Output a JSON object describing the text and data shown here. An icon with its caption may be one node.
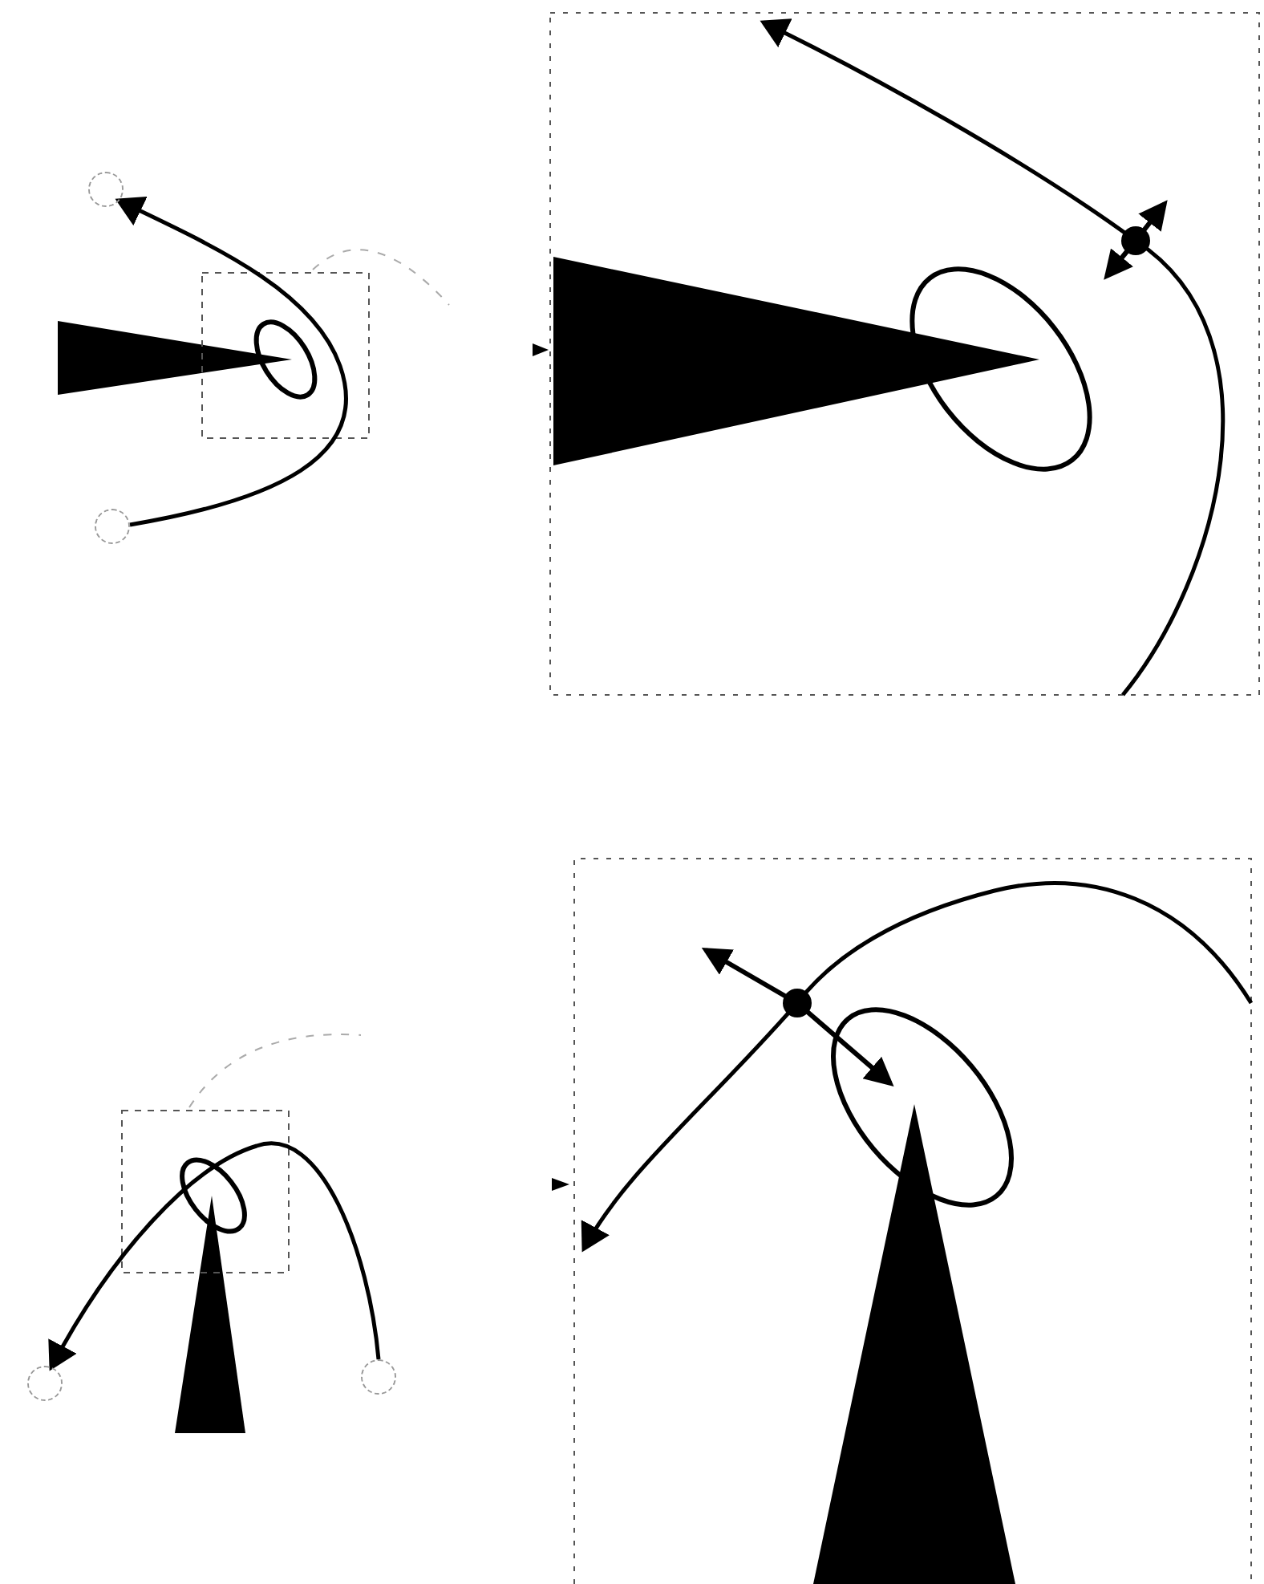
{
  "diagram": {
    "nodes": [
      {
        "text": [],
        "shape": "circle"
      },
      {
        "text": [],
        "shape": "circle"
      },
      {
        "text": [],
        "shape": "circle"
      },
      {
        "text": [],
        "shape": "circle"
      }
    ],
    "edges": [
      {
        "from": 1,
        "to": 0,
        "arrow": "to"
      },
      {
        "from": 3,
        "to": 2,
        "arrow": "to"
      }
    ]
  }
}
